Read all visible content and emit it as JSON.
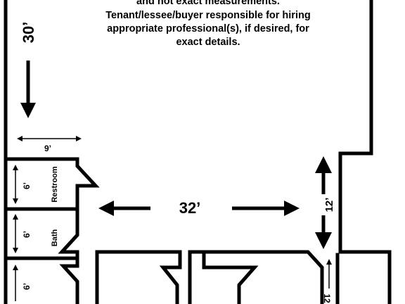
{
  "note": {
    "line1": "and not exact measurements.",
    "line2": "Tenant/lessee/buyer responsible for hiring",
    "line3": "appropriate professional(s), if desired, for",
    "line4": "exact details."
  },
  "dimensions": {
    "main_height": "30’",
    "main_width": "32’",
    "right_height": "12’",
    "right_lower": "12",
    "bay_width": "9’",
    "restroom_height": "6’",
    "bath_height": "6’",
    "lower_room_height": "6’"
  },
  "rooms": {
    "restroom": "Restroom",
    "bath": "Bath"
  },
  "colors": {
    "ink": "#000000",
    "paper": "#ffffff"
  }
}
